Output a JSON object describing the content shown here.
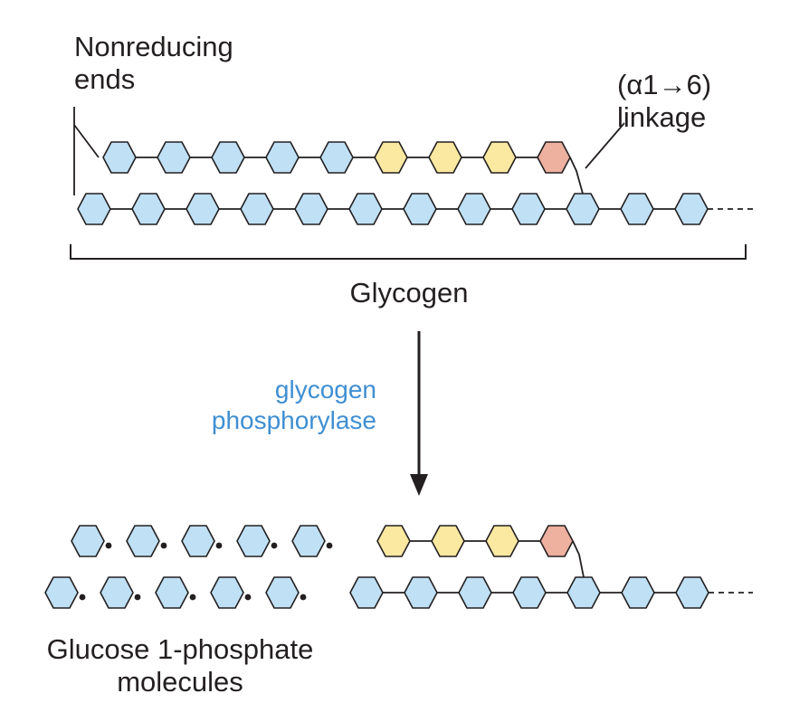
{
  "labels": {
    "nonreducing_line1": "Nonreducing",
    "nonreducing_line2": "ends",
    "linkage_line1": "(α1→6)",
    "linkage_line2": "linkage",
    "glycogen": "Glycogen",
    "enzyme_line1": "glycogen",
    "enzyme_line2": "phosphorylase",
    "product_line1": "Glucose 1-phosphate",
    "product_line2": "molecules"
  },
  "colors": {
    "glucose_blue": "#bfe0f5",
    "glucose_yellow": "#fbe8a1",
    "glucose_salmon": "#eeb09f",
    "outline": "#231f20",
    "enzyme_text": "#3f8fd2"
  },
  "residues": {
    "top_branch": [
      "blue",
      "blue",
      "blue",
      "blue",
      "blue",
      "yellow",
      "yellow",
      "yellow",
      "salmon"
    ],
    "top_main": [
      "blue",
      "blue",
      "blue",
      "blue",
      "blue",
      "blue",
      "blue",
      "blue",
      "blue",
      "blue",
      "blue",
      "blue"
    ],
    "bottom_released_row1": 5,
    "bottom_released_row2": 5,
    "bottom_branch": [
      "yellow",
      "yellow",
      "yellow",
      "salmon"
    ],
    "bottom_main": [
      "blue",
      "blue",
      "blue",
      "blue",
      "blue",
      "blue",
      "blue"
    ]
  }
}
